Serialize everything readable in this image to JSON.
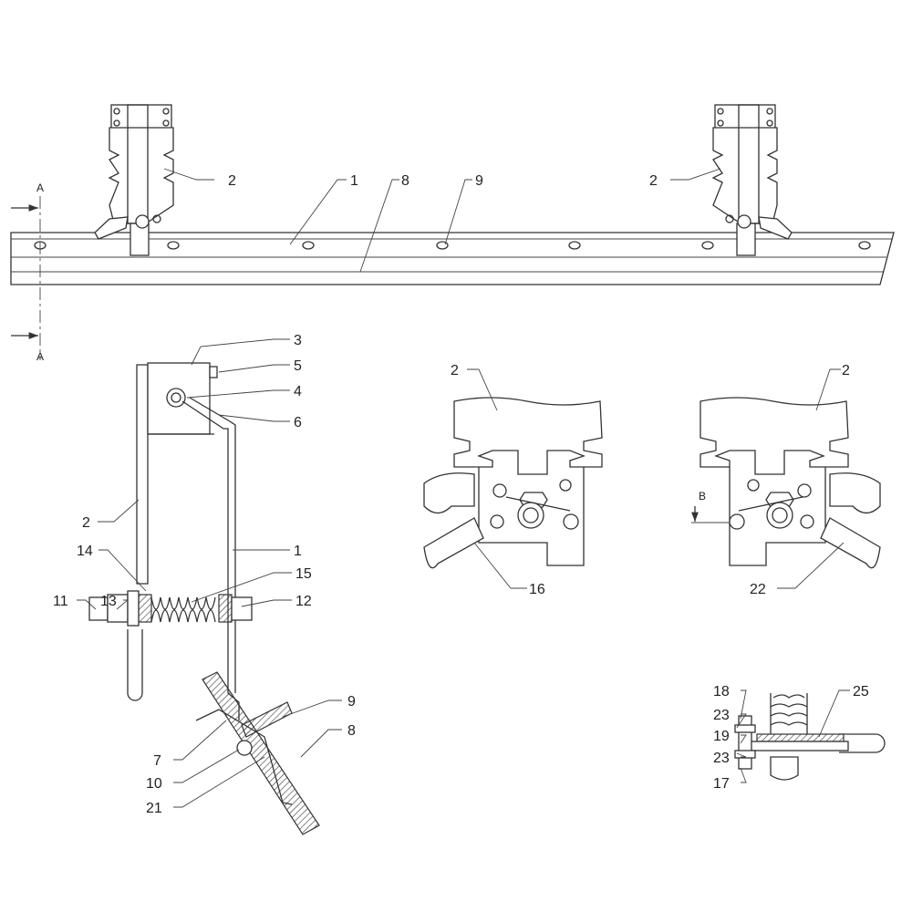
{
  "top_view": {
    "section_a_top": "A",
    "section_a_bottom": "A",
    "callouts": [
      "2",
      "1",
      "8",
      "9",
      "2"
    ]
  },
  "side_view": {
    "callouts": [
      "3",
      "5",
      "4",
      "6",
      "2",
      "1",
      "14",
      "15",
      "11",
      "13",
      "12",
      "9",
      "8",
      "7",
      "10",
      "21"
    ]
  },
  "detail_left": {
    "callouts": [
      "2",
      "16"
    ]
  },
  "detail_right": {
    "callouts": [
      "2",
      "22"
    ],
    "section_b": "B"
  },
  "detail_bottom": {
    "callouts": [
      "18",
      "23",
      "19",
      "23",
      "17",
      "25"
    ]
  }
}
